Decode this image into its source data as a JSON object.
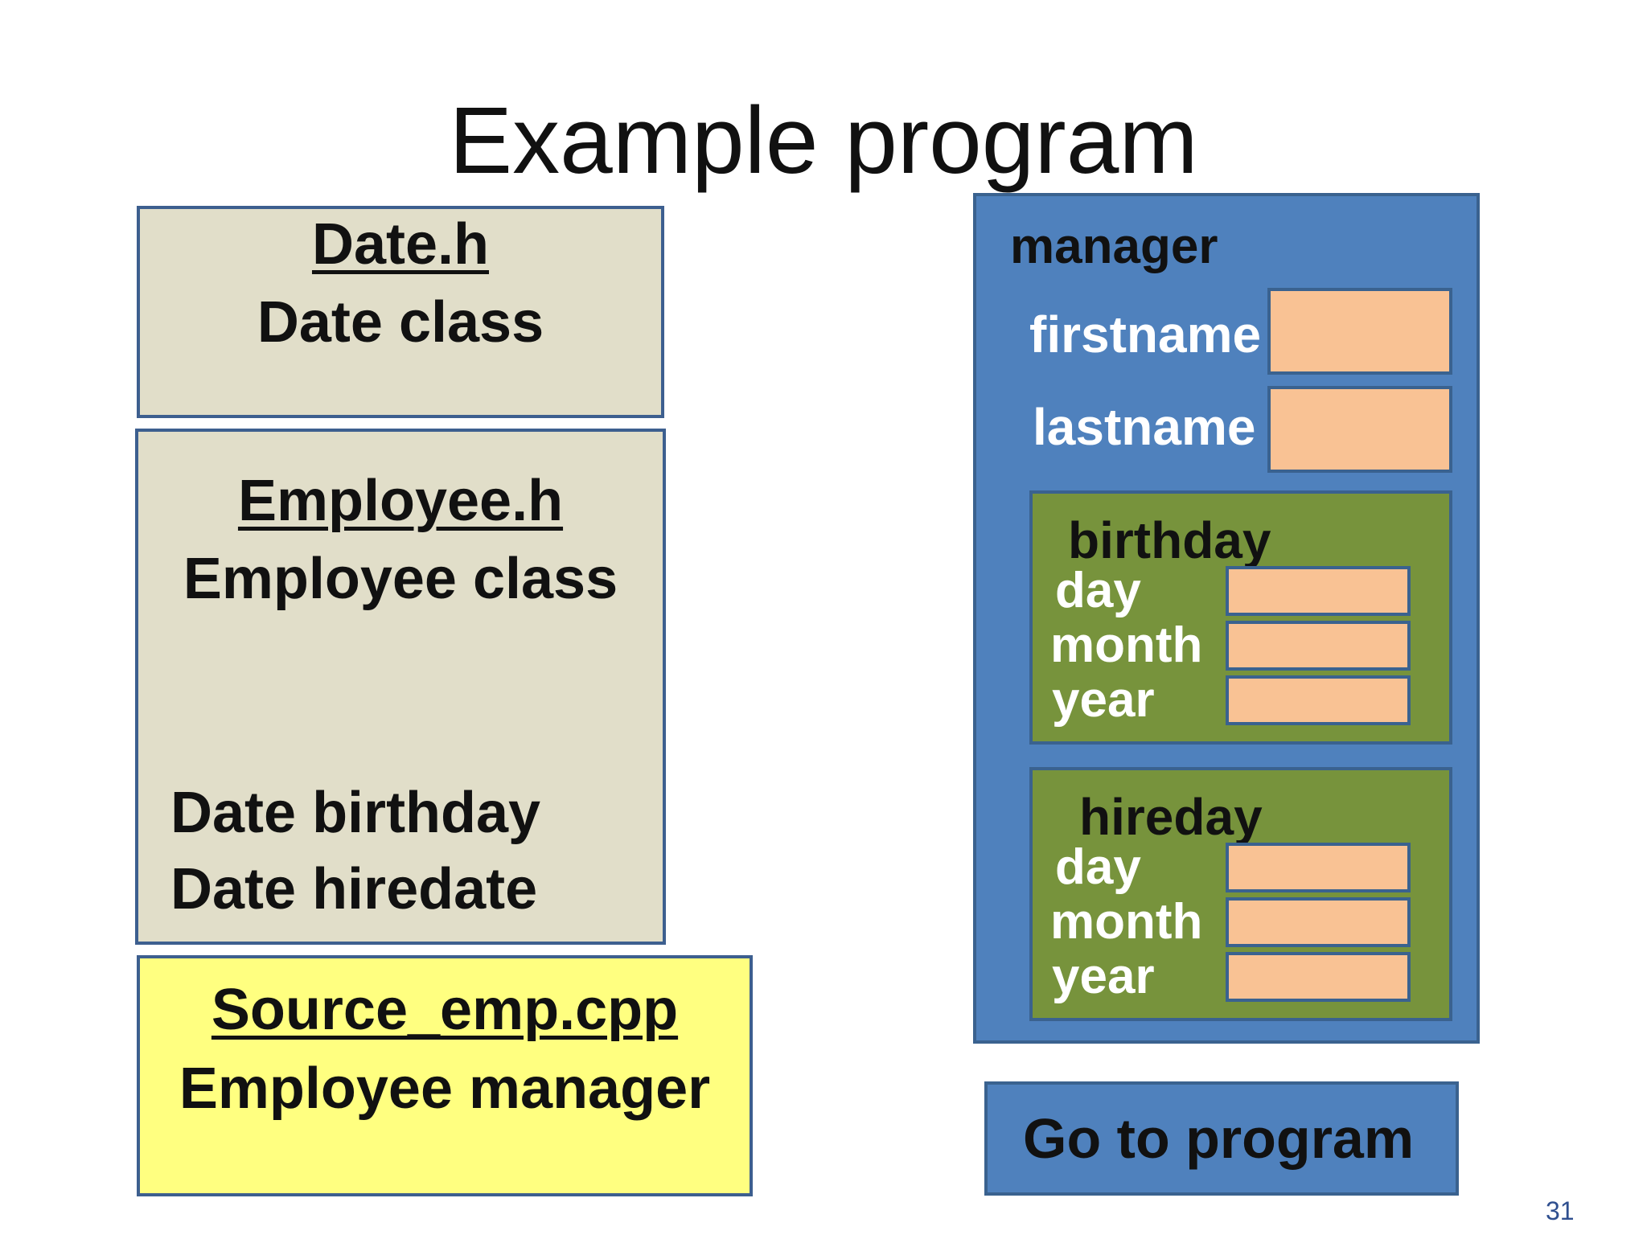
{
  "slide": {
    "title": "Example program",
    "page_number": "31"
  },
  "files": {
    "date_h": {
      "filename": "Date.h",
      "description": "Date class"
    },
    "employee_h": {
      "filename": "Employee.h",
      "description": "Employee class",
      "members": [
        "Date birthday",
        "Date hiredate"
      ]
    },
    "source_cpp": {
      "filename": "Source_emp.cpp",
      "description": "Employee manager"
    }
  },
  "object": {
    "name": "manager",
    "fields": [
      "firstname",
      "lastname"
    ],
    "nested": [
      {
        "name": "birthday",
        "fields": [
          "day",
          "month",
          "year"
        ]
      },
      {
        "name": "hireday",
        "fields": [
          "day",
          "month",
          "year"
        ]
      }
    ]
  },
  "button": {
    "label": "Go to program"
  },
  "colors": {
    "file_box": "#e1dec9",
    "source_box": "#ffff80",
    "object_box": "#4f81bd",
    "nested_box": "#77933c",
    "value_slot": "#f9c294",
    "border": "#3d5f8f"
  }
}
